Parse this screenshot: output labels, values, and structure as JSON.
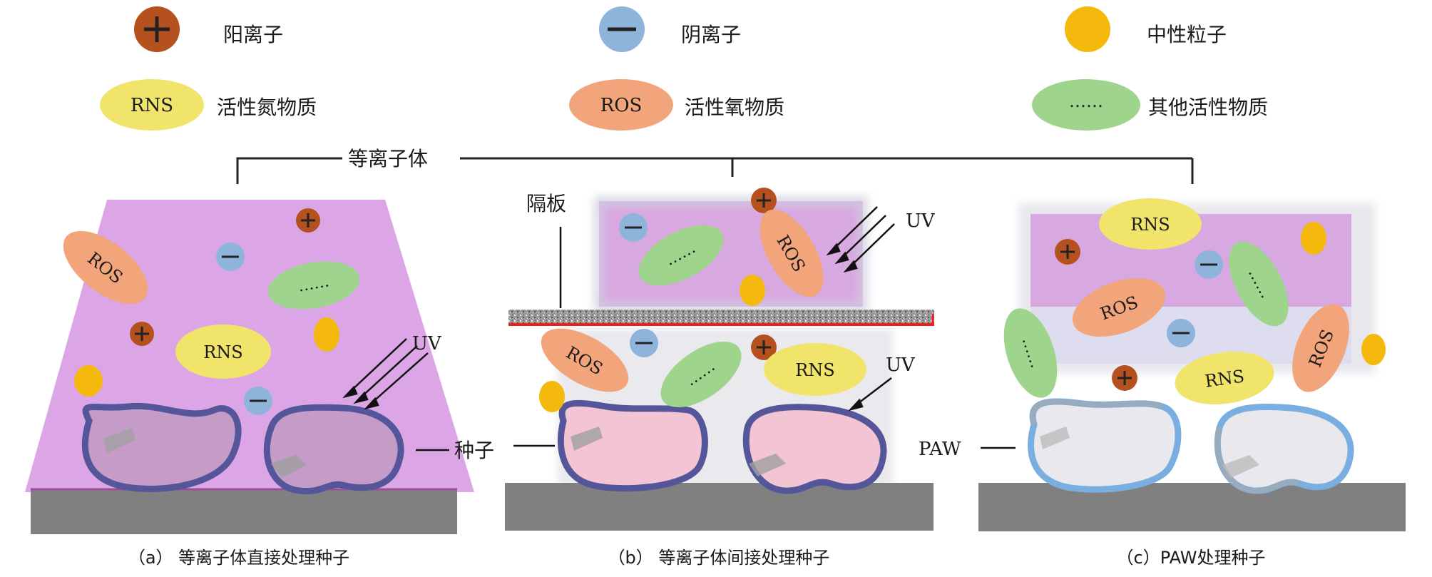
{
  "legend": {
    "cation": "阳离子",
    "anion": "阴离子",
    "neutral": "中性粒子",
    "rns_symbol": "RNS",
    "rns": "活性氮物质",
    "ros_symbol": "ROS",
    "ros": "活性氧物质",
    "other_symbol": "……",
    "other": "其他活性物质"
  },
  "labels": {
    "plasma": "等离子体",
    "baffle": "隔板",
    "seed": "种子",
    "paw": "PAW",
    "uv": "UV",
    "rns": "RNS",
    "ros": "ROS",
    "dots": "……"
  },
  "captions": {
    "a": "（a）  等离子体直接处理种子",
    "b": "（b）  等离子体间接处理种子",
    "c": "（c）PAW处理种子"
  },
  "colors": {
    "cation": "#b5501f",
    "anion": "#8eb4dc",
    "neutral": "#f5b80c",
    "rns": "#f1e46b",
    "ros": "#f2a57a",
    "other": "#9fd48c",
    "plasma": "#dca5e6",
    "ground": "#808080",
    "seed_outline": "#5a5aa0",
    "seed_fill": "#d7a4c8",
    "paw_outline": "#7aaee0",
    "baffle_line": "#e8231e"
  }
}
